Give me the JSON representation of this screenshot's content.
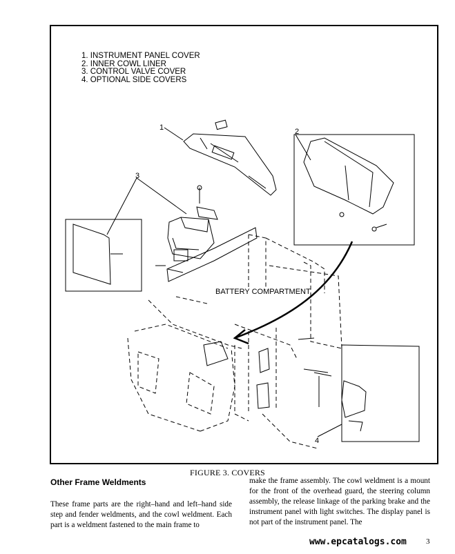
{
  "figure": {
    "legend": [
      "1. INSTRUMENT PANEL COVER",
      "2. INNER COWL LINER",
      "3. CONTROL VALVE COVER",
      "4. OPTIONAL SIDE COVERS"
    ],
    "callouts": {
      "c1": "1",
      "c2": "2",
      "c3": "3",
      "c4": "4"
    },
    "battery_label": "BATTERY COMPARTMENT",
    "caption": "FIGURE 3. COVERS"
  },
  "section": {
    "heading": "Other Frame Weldments",
    "left_text": "These frame parts are the right–hand and left–hand side step and fender weldments, and the cowl weldment. Each part is a weldment fastened to the main frame to",
    "right_text": "make the frame assembly. The cowl weldment is a mount for the front of the overhead guard, the steering column assembly, the release linkage of the parking brake and the instrument panel with light switches. The display panel is not part of the instrument panel. The"
  },
  "watermark": "www.epcatalogs.com",
  "page_number": "3"
}
